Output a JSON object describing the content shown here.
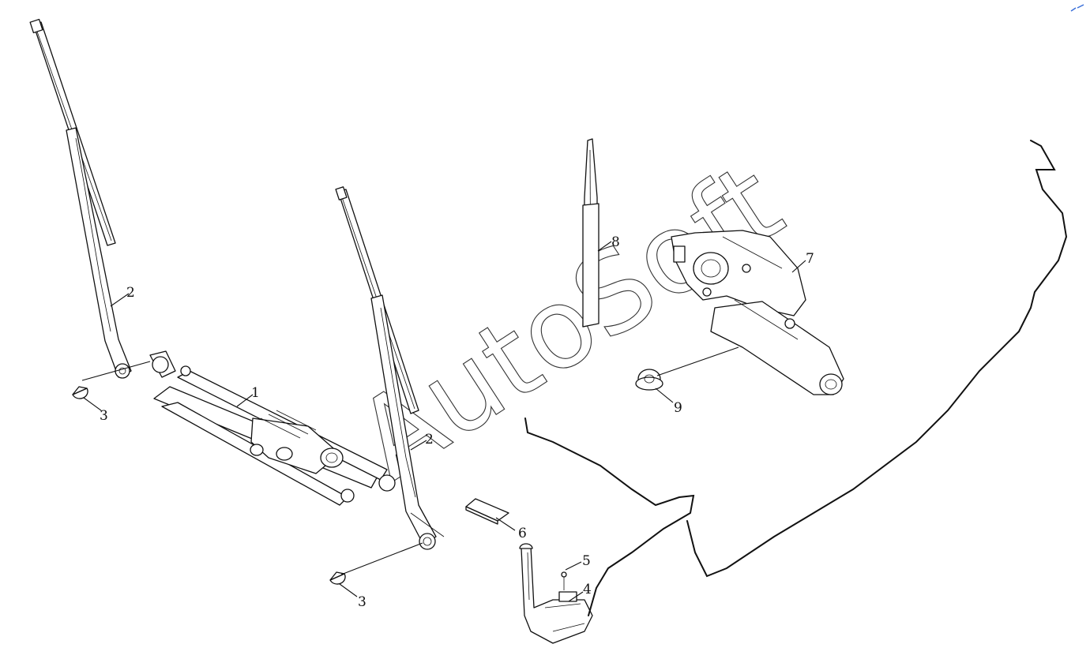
{
  "watermark": "AutoSoft",
  "callouts": [
    {
      "id": "1",
      "label": "1"
    },
    {
      "id": "2a",
      "label": "2"
    },
    {
      "id": "2b",
      "label": "2"
    },
    {
      "id": "3a",
      "label": "3"
    },
    {
      "id": "3b",
      "label": "3"
    },
    {
      "id": "4",
      "label": "4"
    },
    {
      "id": "5",
      "label": "5"
    },
    {
      "id": "6",
      "label": "6"
    },
    {
      "id": "7",
      "label": "7"
    },
    {
      "id": "8",
      "label": "8"
    },
    {
      "id": "9",
      "label": "9"
    }
  ]
}
